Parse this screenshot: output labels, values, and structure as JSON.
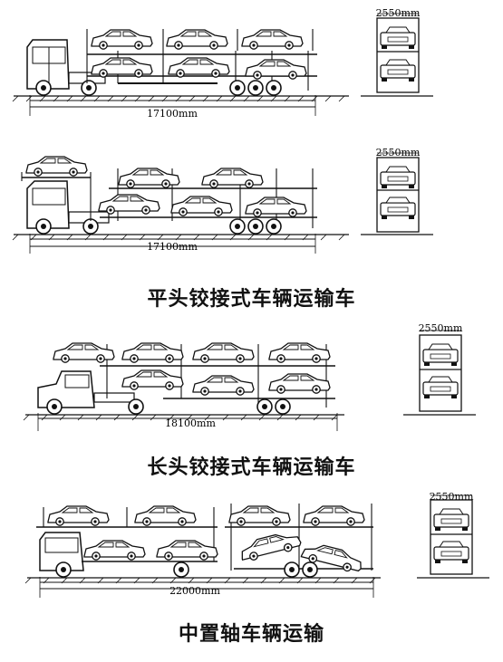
{
  "diagrams": [
    {
      "length": "17100mm",
      "width": "2550mm"
    },
    {
      "length": "17100mm",
      "width": "2550mm"
    },
    {
      "length": "18100mm",
      "width": "2550mm"
    },
    {
      "length": "22000mm",
      "width": "2550mm"
    }
  ],
  "captions": {
    "flat_head": "平头铰接式车辆运输车",
    "long_head": "长头铰接式车辆运输车",
    "center_axle": "中置轴车辆运输"
  }
}
